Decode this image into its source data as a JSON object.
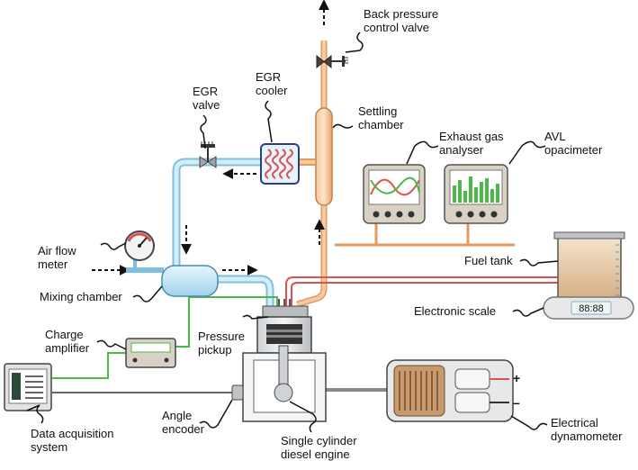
{
  "labels": {
    "back_pressure": [
      "Back pressure",
      "control valve"
    ],
    "egr_valve": [
      "EGR",
      "valve"
    ],
    "egr_cooler": [
      "EGR",
      "cooler"
    ],
    "settling": [
      "Settling",
      "chamber"
    ],
    "exhaust_gas": [
      "Exhaust gas",
      "analyser"
    ],
    "avl": [
      "AVL",
      "opacimeter"
    ],
    "air_flow": [
      "Air flow",
      "meter"
    ],
    "mixing": "Mixing chamber",
    "fuel_tank": "Fuel tank",
    "electronic_scale": "Electronic scale",
    "charge_amp": [
      "Charge",
      "amplifier"
    ],
    "pressure_pickup": [
      "Pressure",
      "pickup"
    ],
    "data_acq": [
      "Data acquisition",
      "system"
    ],
    "angle_encoder": [
      "Angle",
      "encoder"
    ],
    "engine": [
      "Single cylinder",
      "diesel engine"
    ],
    "dynamometer": [
      "Electrical",
      "dynamometer"
    ]
  },
  "scale_display": "88:88",
  "terminals": {
    "plus": "+",
    "minus": "–"
  },
  "colors": {
    "exhaust_pipe": "#f0b27a",
    "intake_pipe": "#a9d8ee",
    "signal_line": "#4cb848",
    "fuel_line": "#d9534f",
    "shaft": "#555555"
  }
}
